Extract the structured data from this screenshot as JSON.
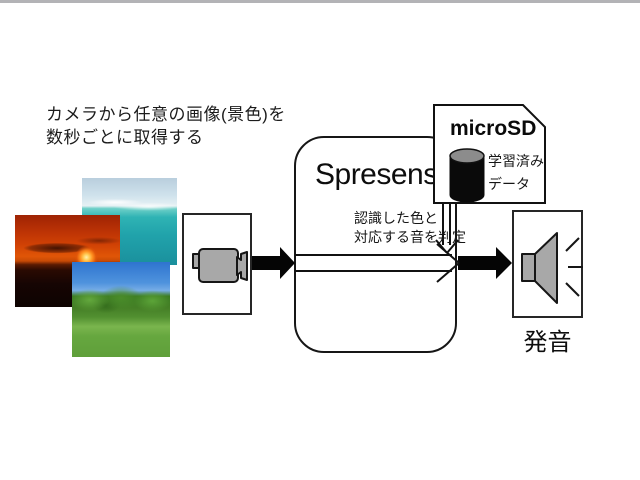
{
  "page": {
    "background": "#ffffff",
    "top_strip_color": "#b3b3b6"
  },
  "caption": {
    "line1": "カメラから任意の画像(景色)を",
    "line2": "数秒ごとに取得する"
  },
  "photos": {
    "ocean": "ocean-scene-photo",
    "sunset": "sunset-scene-photo",
    "forest": "forest-scene-photo"
  },
  "camera": {
    "icon": "video-camera-icon"
  },
  "spresense": {
    "title": "Spresense",
    "note_line1": "認識した色と",
    "note_line2": "対応する音を判定"
  },
  "microsd": {
    "title": "microSD",
    "icon": "database-cylinder-icon",
    "label_line1": "学習済み",
    "label_line2": "データ"
  },
  "speaker": {
    "icon": "loudspeaker-icon",
    "label": "発音"
  },
  "colors": {
    "outline": "#161616",
    "icon_gray": "#a8a8a8",
    "sea_teal": "#21a3ab",
    "sunset_orange": "#d04105",
    "forest_green": "#529031",
    "sky_blue": "#4f93dd",
    "cylinder_top_gray": "#8c8c8c"
  }
}
